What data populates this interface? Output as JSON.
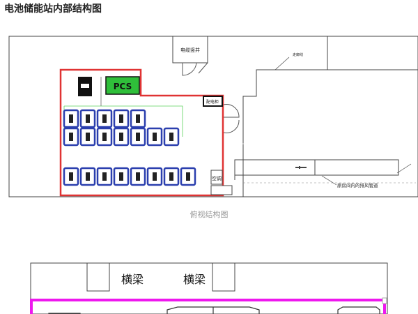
{
  "page_title": "电池储能站内部结构图",
  "top_view": {
    "caption": "俯视结构图",
    "labels": {
      "cable_shaft": "电缆竖井",
      "walkway": "走廊线",
      "pcs": "PCS",
      "distribution_cabinet": "配电柜",
      "air_conditioner": "空调",
      "exhaust_duct": "原房间内的排风管道"
    },
    "battery_rows": [
      {
        "row": 1,
        "cabinets": 5
      },
      {
        "row": 2,
        "cabinets": 7
      },
      {
        "row": 3,
        "cabinets": 8
      }
    ]
  },
  "side_view": {
    "labels": {
      "beam_left": "横梁",
      "beam_right": "横梁"
    }
  },
  "colors": {
    "room_outline": "#e03333",
    "pcs_fill": "#2fbf3a",
    "battery_border": "#2b3fae",
    "side_outline": "#ee18ee",
    "wall": "#444444"
  }
}
